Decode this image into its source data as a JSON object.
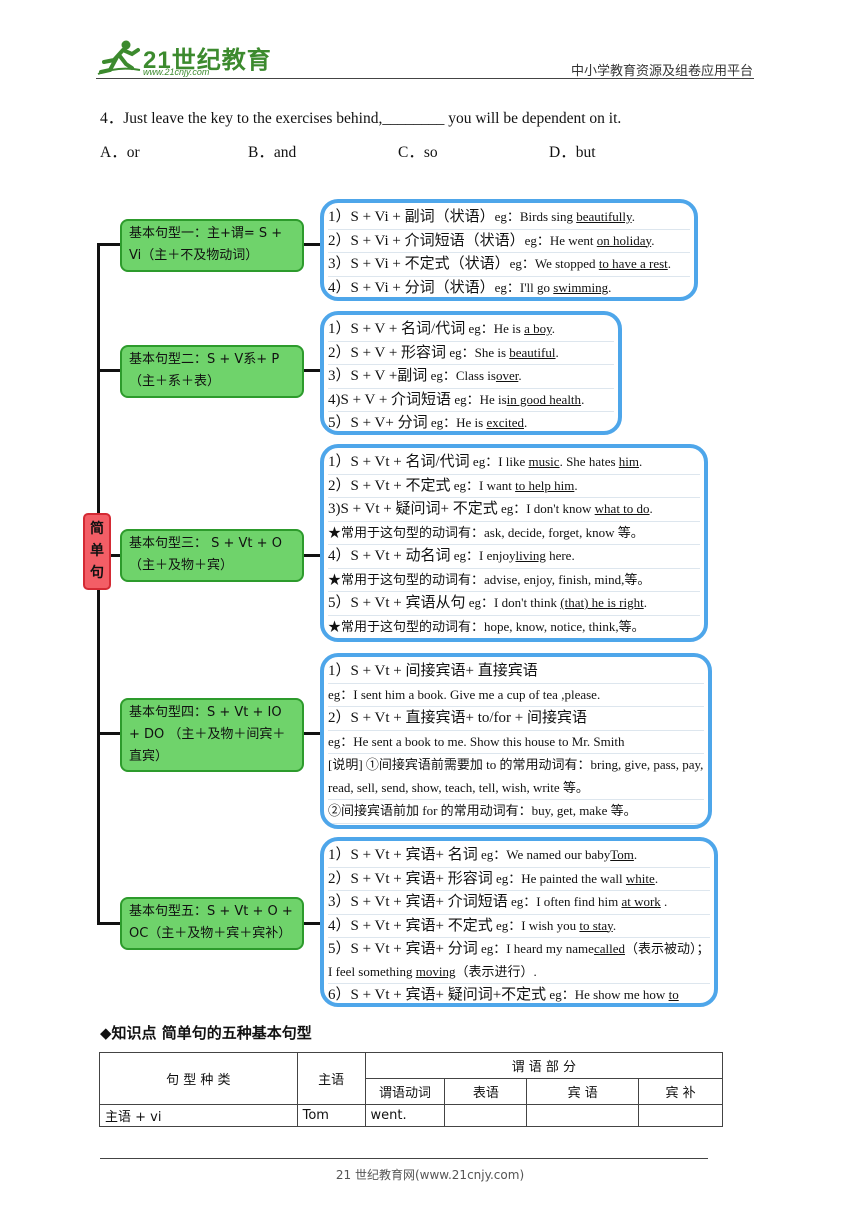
{
  "header": {
    "logo_text": "21世纪教育",
    "logo_url": "www.21cnjy.com",
    "platform": "中小学教育资源及组卷应用平台"
  },
  "question": {
    "text": "4．Just leave the key to the exercises behind,________  you will be dependent on it.",
    "options": [
      "A．or",
      "B．and",
      "C．so",
      "D．but"
    ]
  },
  "mindmap": {
    "root": [
      "简",
      "单",
      "句"
    ],
    "branches": [
      {
        "label": "基本句型一：主+谓= S + Vi（主＋不及物动词）",
        "items": [
          [
            "1）S + Vi + 副词（状语）",
            "eg：Birds sing ",
            "beautifully",
            "."
          ],
          [
            "2）S + Vi + 介词短语（状语）",
            "eg：He went ",
            "on holiday",
            "."
          ],
          [
            "3）S + Vi + 不定式（状语）",
            "eg：We stopped ",
            "to have a rest",
            "."
          ],
          [
            "4）S + Vi + 分词（状语）",
            "eg：I'll go ",
            "swimming",
            "."
          ]
        ]
      },
      {
        "label": "基本句型二：S + V系+ P（主＋系＋表）",
        "items": [
          [
            "1）S + V + 名词/代词",
            " eg：He is ",
            "a boy",
            "."
          ],
          [
            "2）S + V + 形容词",
            " eg：She is ",
            "beautiful",
            "."
          ],
          [
            "3）S + V +副词",
            " eg：Class is",
            "over",
            "."
          ],
          [
            "4)S + V + 介词短语",
            " eg：He is",
            "in good health",
            "."
          ],
          [
            "5）S + V+ 分词",
            "  eg：He is ",
            "excited",
            "."
          ]
        ]
      },
      {
        "label": "基本句型三：  S + Vt + O（主＋及物＋宾）",
        "items": [
          [
            "1）S + Vt + 名词/代词",
            "  eg：I like ",
            "music",
            ".    She hates ",
            "him",
            "."
          ],
          [
            "2）S + Vt + 不定式",
            "  eg：I want ",
            "to help him",
            "."
          ],
          [
            "3)S + Vt + 疑问词+ 不定式",
            "  eg：I don't know ",
            "what to do",
            "."
          ],
          [
            "★常用于这句型的动词有：",
            "ask, decide, forget,   know 等。"
          ],
          [
            "4）S + Vt + 动名词",
            "  eg：I enjoy",
            "living",
            " here."
          ],
          [
            "★常用于这句型的动词有：",
            "advise, enjoy, finish, mind,等。"
          ],
          [
            "5）S + Vt + 宾语从句",
            " eg：I don't think ",
            "(that) he is right",
            "."
          ],
          [
            "★常用于这句型的动词有：",
            "hope, know, notice, think,等。"
          ]
        ]
      },
      {
        "label": "基本句型四：S + Vt + IO + DO （主＋及物＋间宾＋直宾）",
        "items": [
          [
            "1）S + Vt + 间接宾语+ 直接宾语"
          ],
          [
            "eg：I sent him a book.   Give me a cup of tea ,please."
          ],
          [
            "2）S + Vt + 直接宾语+ to/for + 间接宾语"
          ],
          [
            "eg：He sent a book to me.   Show this house to Mr. Smith"
          ],
          [
            "[说明] ①间接宾语前需要加 to  的常用动词有：bring, give, pass, pay, read, sell, send, show, teach, tell, wish, write 等。"
          ],
          [
            "②间接宾语前加 for  的常用动词有：buy, get, make  等。"
          ]
        ]
      },
      {
        "label": "基本句型五：S + Vt + O + OC（主＋及物＋宾＋宾补）",
        "items": [
          [
            "1）S + Vt + 宾语+ 名词",
            " eg：We named our baby",
            "Tom",
            "."
          ],
          [
            "2）S + Vt + 宾语+ 形容词",
            " eg：He painted the wall ",
            "white",
            "."
          ],
          [
            "3）S + Vt + 宾语+ 介词短语",
            " eg：I often find him ",
            "at work",
            " ."
          ],
          [
            "4）S + Vt + 宾语+ 不定式",
            " eg：I wish you ",
            "to stay",
            "."
          ],
          [
            "5）S + Vt + 宾语+ 分词",
            " eg：I heard my name",
            "called",
            "（表示被动）；I feel something ",
            "moving",
            "（表示进行）."
          ],
          [
            "6）S + Vt + 宾语+ 疑问词+不定式",
            " eg：He show me how ",
            "to"
          ]
        ]
      }
    ]
  },
  "knowledge": {
    "title": "◆知识点    简单句的五种基本句型",
    "table": {
      "col_type": "句 型 种 类",
      "col_subject": "主语",
      "col_predicate": "谓    语    部    分",
      "sub_headers": [
        "谓语动词",
        "表语",
        "宾 语",
        "宾 补"
      ],
      "rows": [
        [
          "主语  + vi",
          "Tom",
          "went.",
          "",
          "",
          ""
        ]
      ]
    }
  },
  "footer": "21 世纪教育网(www.21cnjy.com)"
}
